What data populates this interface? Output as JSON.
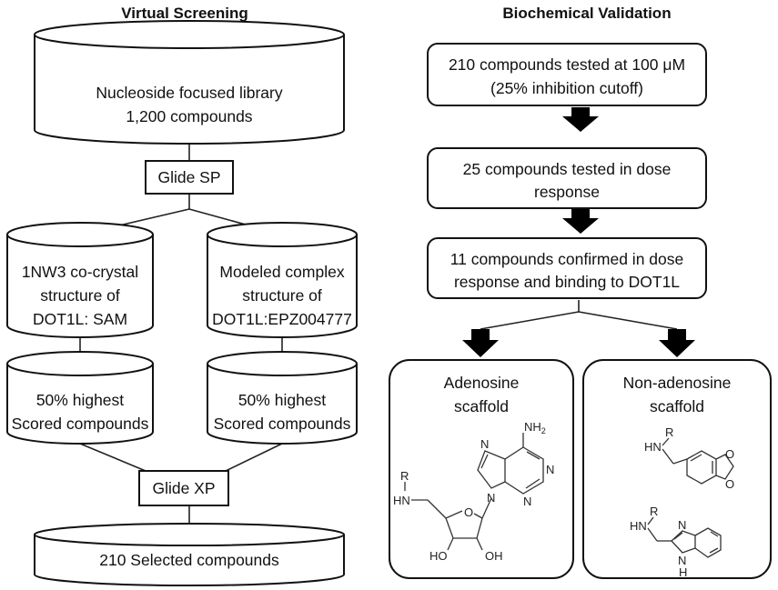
{
  "titles": {
    "virtual_screening": "Virtual Screening",
    "biochemical_validation": "Biochemical Validation"
  },
  "virtual_screening": {
    "library": [
      "Nucleoside focused library",
      "1,200 compounds"
    ],
    "glide_sp": "Glide SP",
    "structure_left": [
      "1NW3 co-crystal",
      "structure of",
      "DOT1L: SAM"
    ],
    "structure_right": [
      "Modeled complex",
      "structure of",
      "DOT1L:EPZ004777"
    ],
    "filter_left": [
      "50% highest",
      "Scored compounds"
    ],
    "filter_right": [
      "50% highest",
      "Scored compounds"
    ],
    "glide_xp": "Glide XP",
    "selected": "210 Selected compounds"
  },
  "biochemical_validation": {
    "step1": [
      "210 compounds tested at 100 μM",
      "(25% inhibition cutoff)"
    ],
    "step2": [
      "25 compounds tested in dose",
      "response"
    ],
    "step3": [
      "11 compounds confirmed in dose",
      "response and binding to DOT1L"
    ],
    "adenosine": {
      "title": [
        "Adenosine",
        "scaffold"
      ],
      "labels": {
        "r": "R",
        "hn": "HN",
        "nh2": "NH",
        "nh2_sub": "2",
        "n": "N",
        "o": "O",
        "ho": "HO",
        "oh": "OH"
      }
    },
    "non_adenosine": {
      "title": [
        "Non-adenosine",
        "scaffold"
      ],
      "labels": {
        "r": "R",
        "hn": "HN",
        "o": "O",
        "n": "N",
        "nh": "H"
      }
    }
  }
}
